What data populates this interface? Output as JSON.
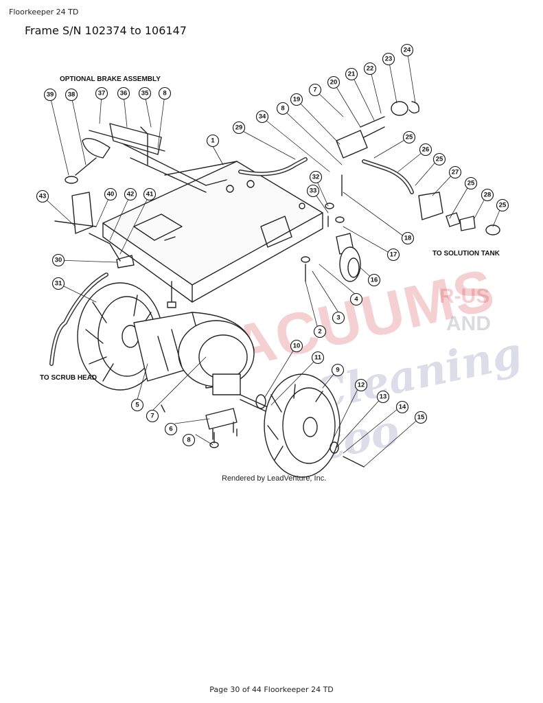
{
  "header": {
    "doc_name": "Floorkeeper 24 TD"
  },
  "page_title": "Frame S/N 102374 to 106147",
  "labels": {
    "brake": "OPTIONAL BRAKE ASSEMBLY",
    "solution_tank": "TO SOLUTION TANK",
    "scrub_head": "TO SCRUB HEAD",
    "rendered_by": "Rendered by LeadVenture, Inc."
  },
  "watermark": {
    "main": "ACUUMS",
    "rus": "R-US",
    "and": "AND",
    "too": "Cleaning too"
  },
  "footer": {
    "page_info": "Page 30 of 44 Floorkeeper 24 TD"
  },
  "callouts": [
    "1",
    "2",
    "3",
    "4",
    "5",
    "6",
    "7",
    "8",
    "9",
    "10",
    "11",
    "12",
    "13",
    "14",
    "15",
    "16",
    "17",
    "18",
    "19",
    "20",
    "21",
    "22",
    "23",
    "24",
    "25",
    "26",
    "27",
    "28",
    "29",
    "30",
    "31",
    "32",
    "33",
    "34",
    "35",
    "36",
    "37",
    "38",
    "39",
    "40",
    "41",
    "42",
    "43",
    "7",
    "8",
    "8",
    "25",
    "25",
    "25"
  ]
}
